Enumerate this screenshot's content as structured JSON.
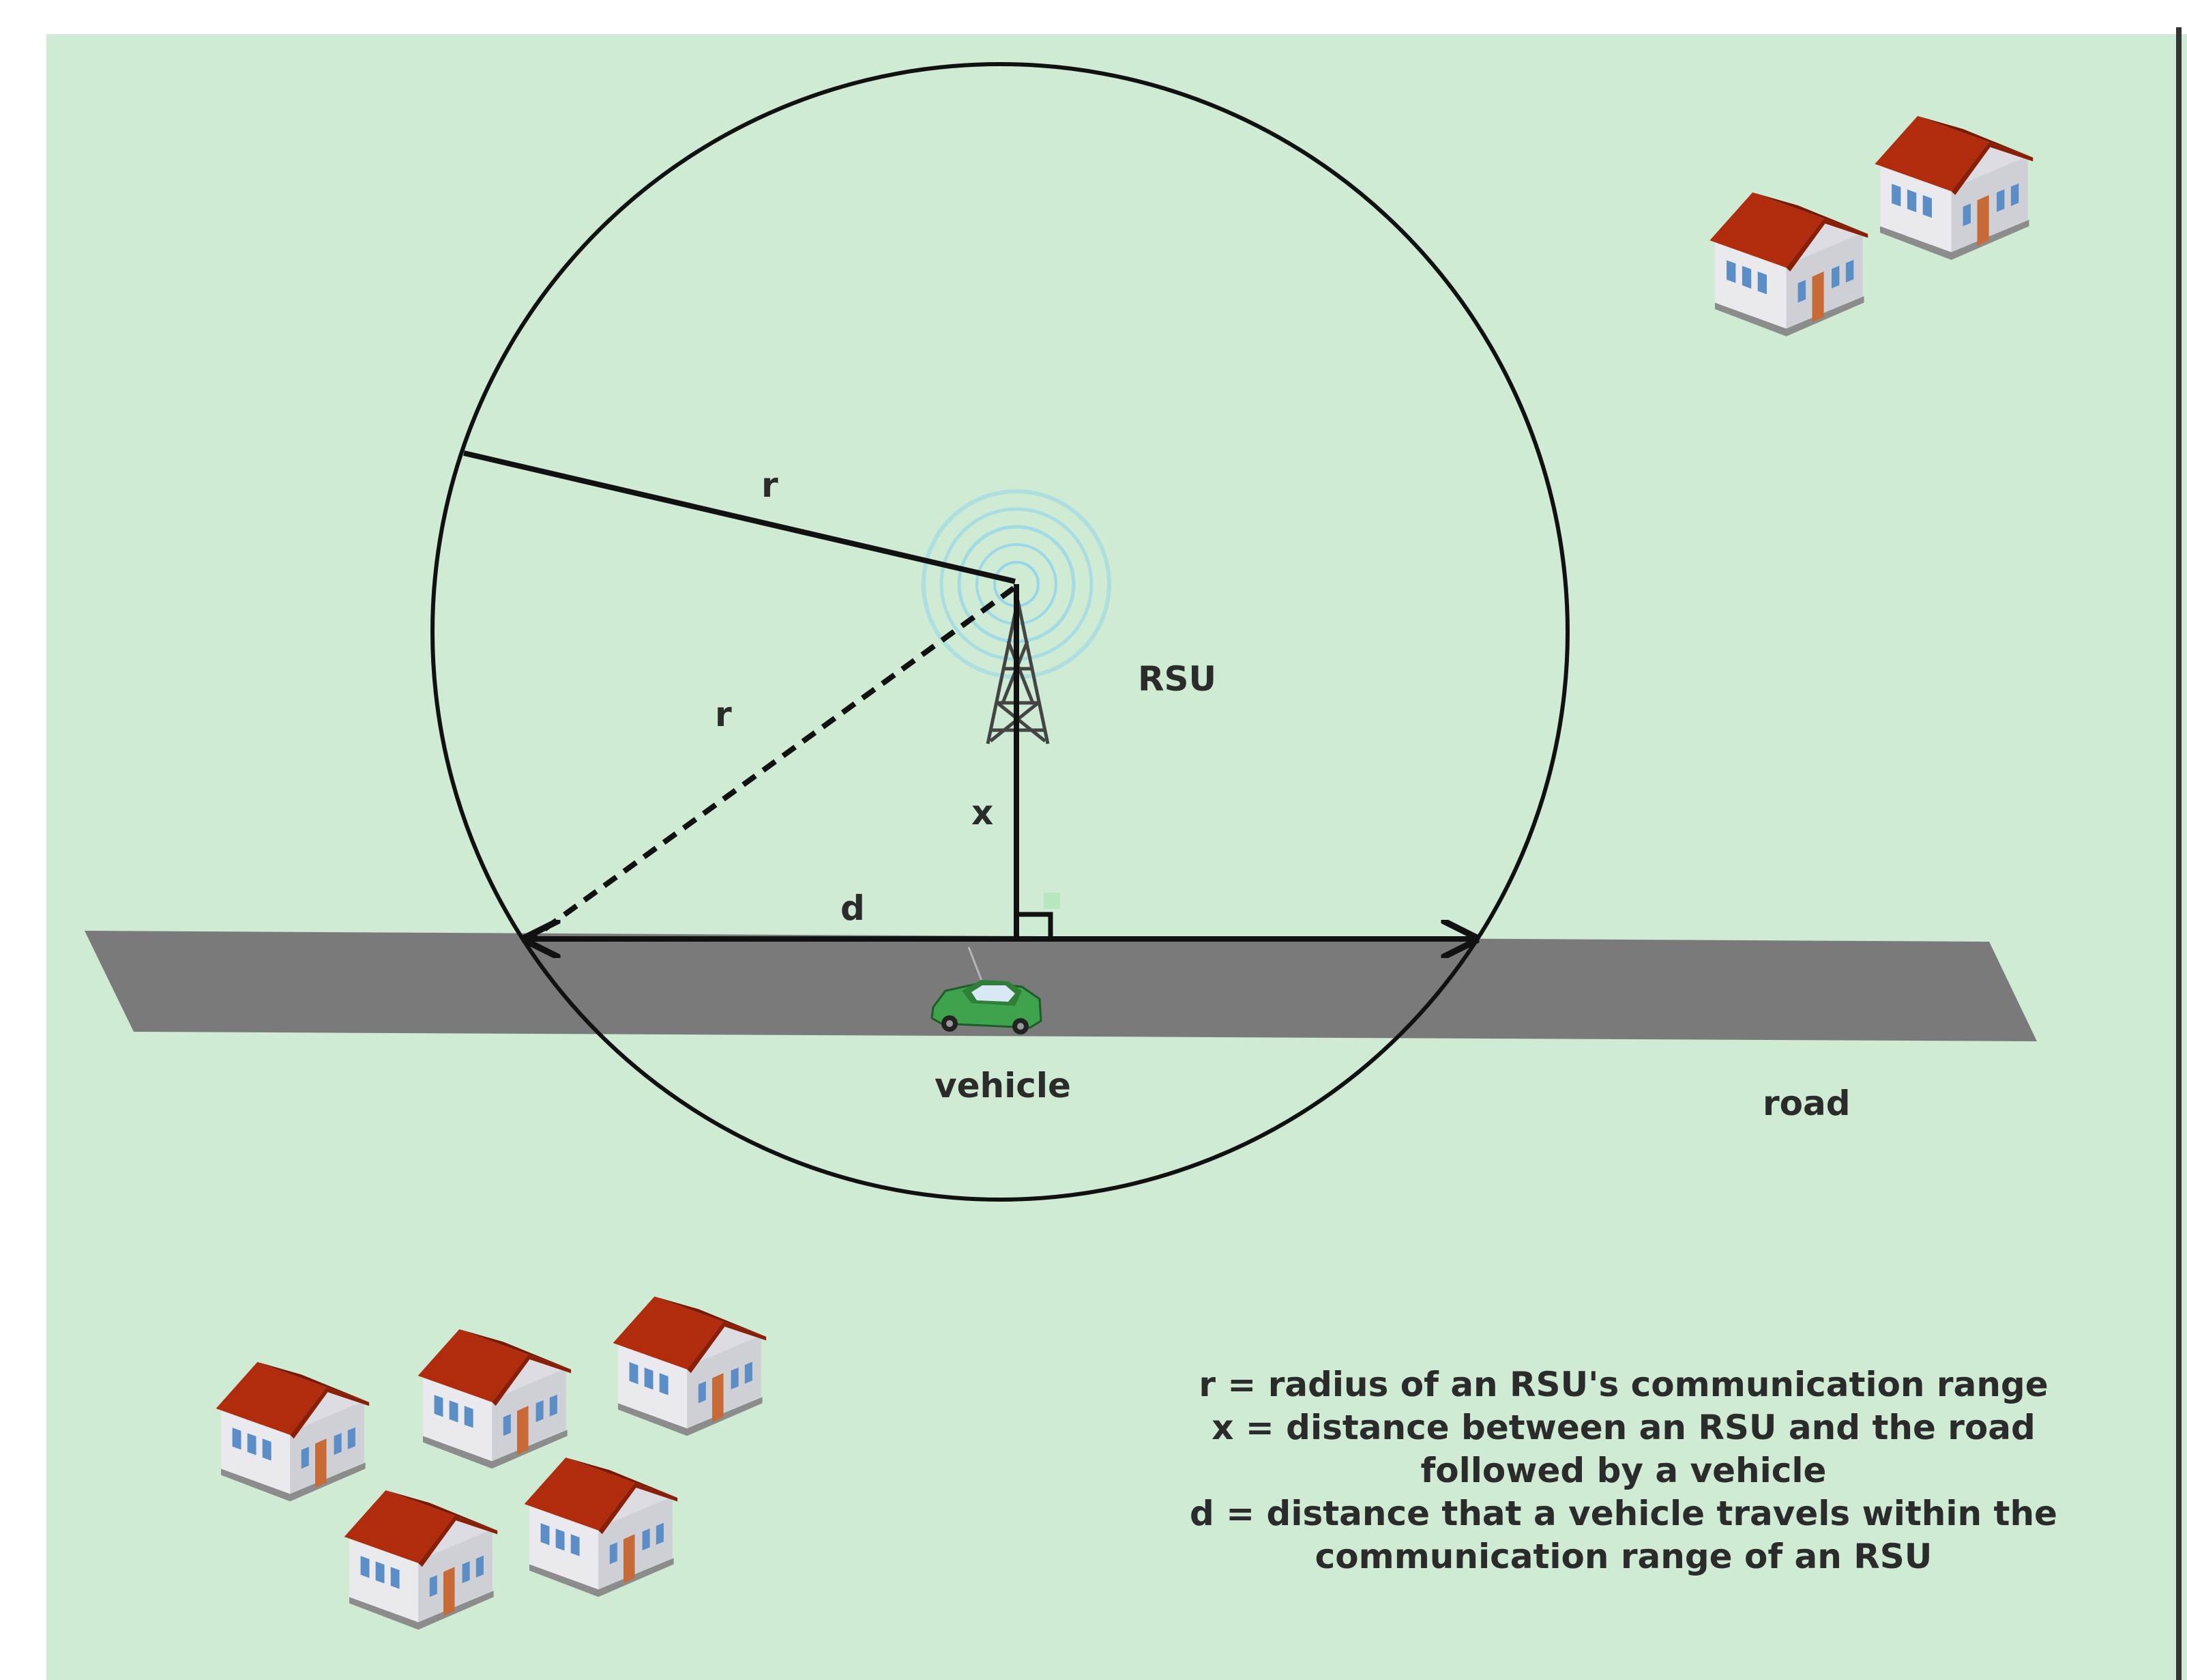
{
  "labels": {
    "r_top": "r",
    "r_dashed": "r",
    "rsu": "RSU",
    "x": "x",
    "d": "d",
    "vehicle": "vehicle",
    "road": "road"
  },
  "legend": {
    "line1": "r = radius of an RSU's communication range",
    "line2": "x = distance between an RSU and the road",
    "line3": "followed by a vehicle",
    "line4": "d = distance that a vehicle travels within the",
    "line5": "communication range of an RSU"
  },
  "colors": {
    "background": "#cfebd4",
    "road": "#7a7a7a",
    "line": "#111111",
    "roof": "#b02a0c",
    "wall": "#e6e6ea",
    "window": "#5b8dc7",
    "door": "#c86a35",
    "car": "#3fa34d",
    "signal": "#8ed3ec"
  },
  "icons": [
    "tower-icon",
    "car-icon",
    "house-icon"
  ]
}
